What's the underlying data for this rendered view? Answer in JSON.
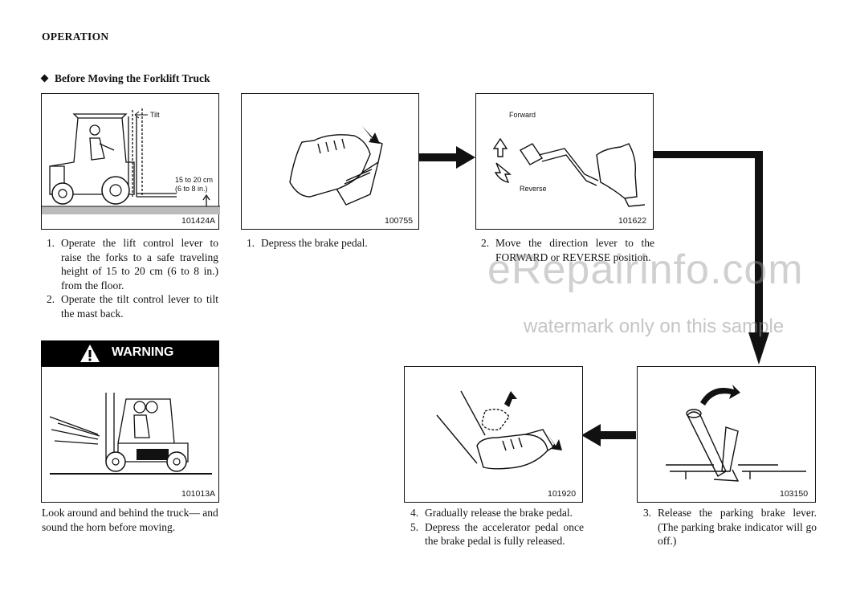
{
  "header": {
    "section_title": "OPERATION"
  },
  "subheading": "Before Moving the Forklift Truck",
  "figures": {
    "fig1": {
      "code": "101424A",
      "label_tilt": "Tilt",
      "label_height_1": "15 to 20 cm",
      "label_height_2": "(6 to 8 in.)"
    },
    "fig2": {
      "code": "100755"
    },
    "fig3": {
      "code": "101622",
      "label_forward": "Forward",
      "label_reverse": "Reverse"
    },
    "fig4": {
      "code": "101013A"
    },
    "fig5": {
      "code": "101920"
    },
    "fig6": {
      "code": "103150"
    }
  },
  "steps_col1": [
    {
      "num": "1.",
      "text": "Operate the lift control lever to raise the forks to a safe traveling height of 15 to 20 cm (6 to 8 in.) from the floor."
    },
    {
      "num": "2.",
      "text": "Operate the tilt control lever to tilt the mast back."
    }
  ],
  "steps_col2": [
    {
      "num": "1.",
      "text": "Depress the brake pedal."
    }
  ],
  "steps_col3": [
    {
      "num": "2.",
      "text": "Move the direction lever to the FORWARD or REVERSE position."
    }
  ],
  "warning": {
    "label": "WARNING",
    "text": "Look around and behind the truck— and sound the horn before moving."
  },
  "steps_col5": [
    {
      "num": "4.",
      "text": "Gradually release the brake pedal."
    },
    {
      "num": "5.",
      "text": "Depress the accelerator pedal once the brake pedal is fully released."
    }
  ],
  "steps_col6": [
    {
      "num": "3.",
      "text": "Release the parking brake lever. (The parking brake indicator will go off.)"
    }
  ],
  "watermark": {
    "line1": "eRepairinfo.com",
    "line2": "watermark only on this sample"
  }
}
